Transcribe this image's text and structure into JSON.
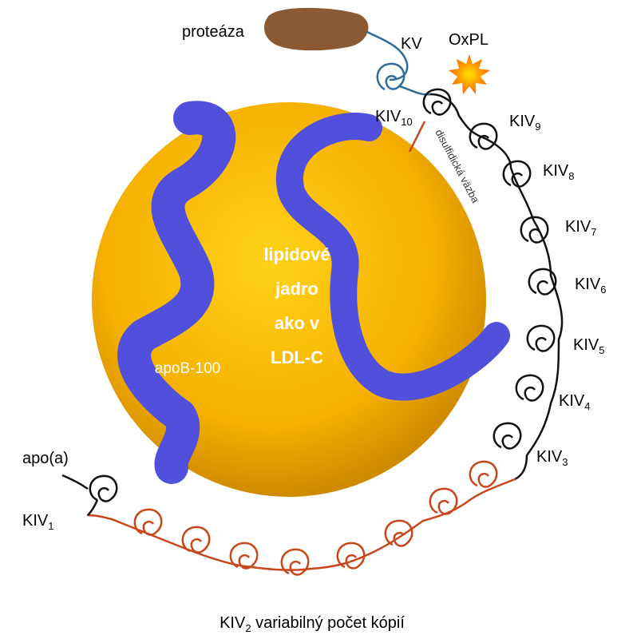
{
  "labels": {
    "protease": "proteáza",
    "kv": "KV",
    "oxpl": "OxPL",
    "apoa": "apo(a)",
    "apob": "apoB-100",
    "bond": "disulfidická väzba",
    "core_lines": [
      "lipidové",
      "jadro",
      "ako v",
      "LDL-C"
    ]
  },
  "kringles": [
    {
      "base": "KIV",
      "sub": "10"
    },
    {
      "base": "KIV",
      "sub": "9"
    },
    {
      "base": "KIV",
      "sub": "8"
    },
    {
      "base": "KIV",
      "sub": "7"
    },
    {
      "base": "KIV",
      "sub": "6"
    },
    {
      "base": "KIV",
      "sub": "5"
    },
    {
      "base": "KIV",
      "sub": "4"
    },
    {
      "base": "KIV",
      "sub": "3"
    },
    {
      "base": "KIV",
      "sub": "1"
    }
  ],
  "caption": {
    "prefix": "KIV",
    "sub": "2",
    "rest": " variabilný počet kópií"
  },
  "colors": {
    "core": "#f5b800",
    "core_edge": "#c98400",
    "apob": "#5555e0",
    "kringle_black": "#111111",
    "kringle_orange": "#c8461a",
    "kv_blue": "#2d6d9c",
    "protease": "#8a5a35",
    "oxpl": "#ff8c00"
  }
}
